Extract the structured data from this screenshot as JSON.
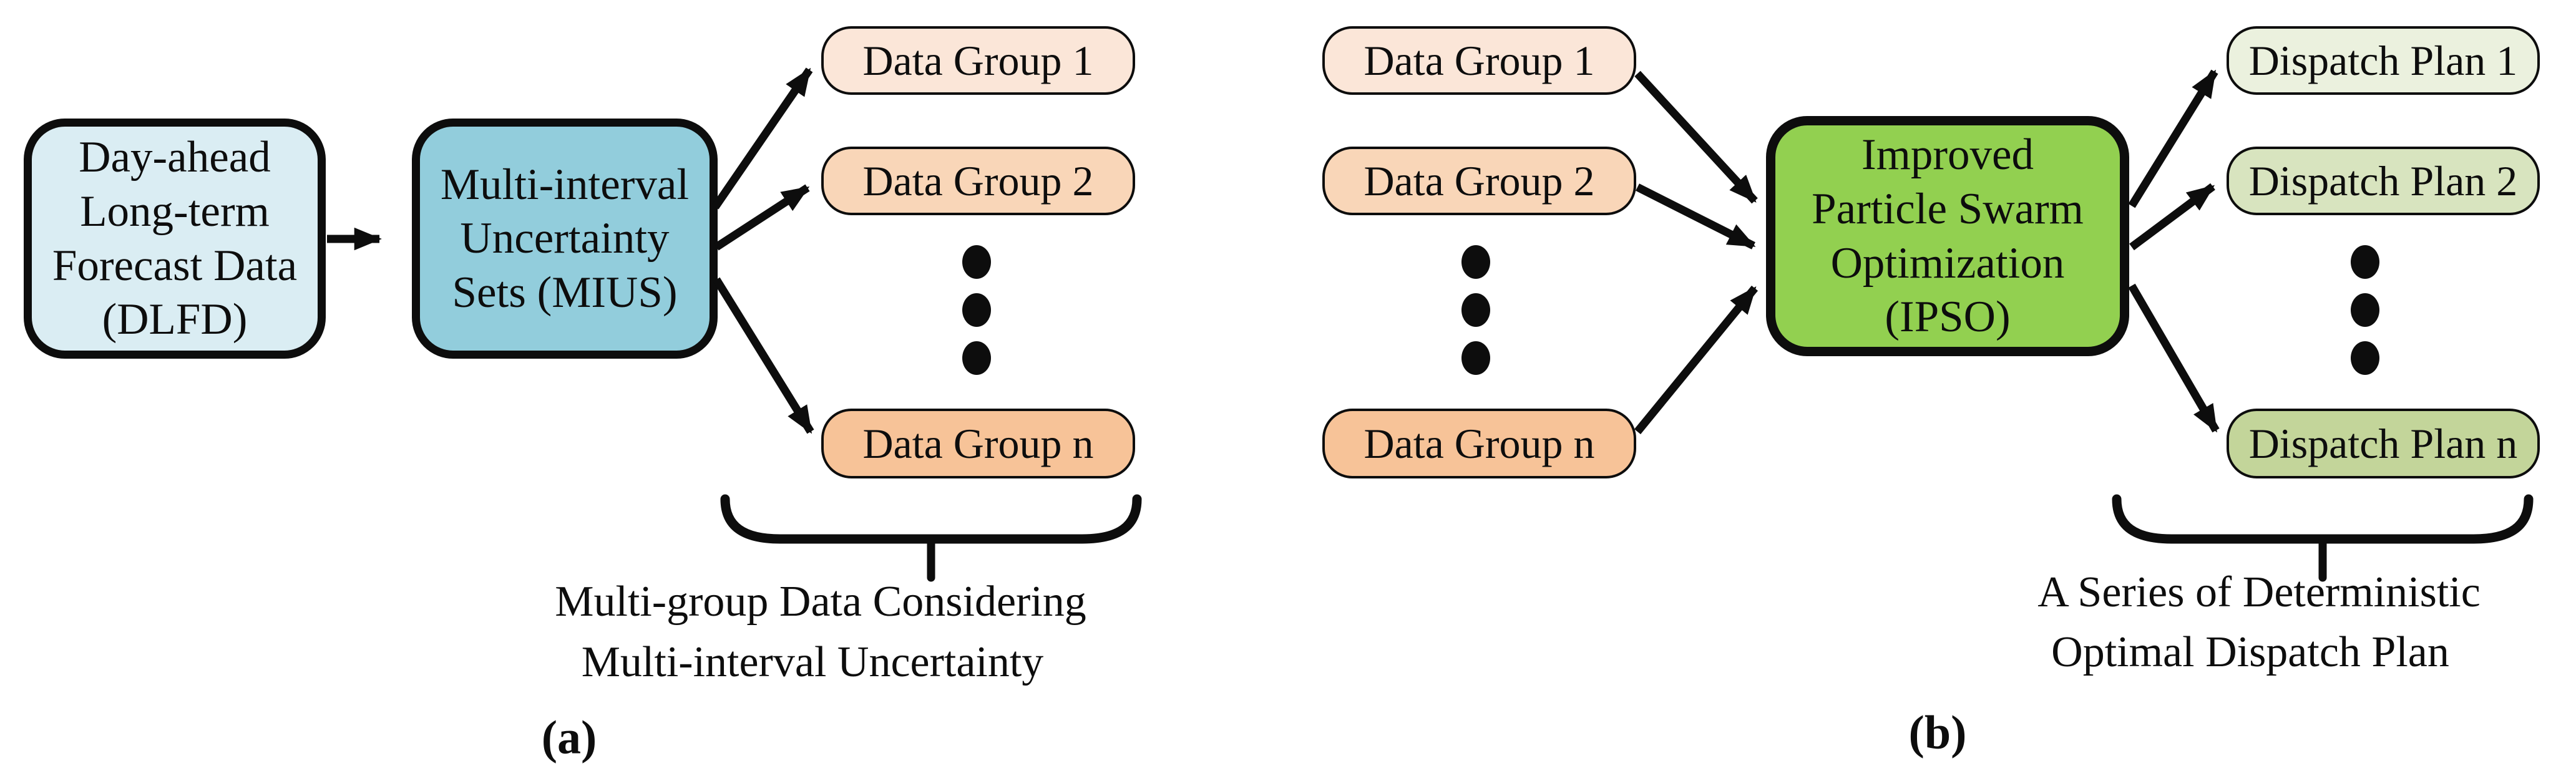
{
  "figure": {
    "background": "#ffffff",
    "stroke_color": "#0d0d0d",
    "panel_a": {
      "label": "(a)",
      "source_box": {
        "lines": [
          "Day-ahead",
          "Long-term",
          "Forecast Data",
          "(DLFD)"
        ],
        "color": "#daedf3"
      },
      "process_box": {
        "lines": [
          "Multi-interval",
          "Uncertainty",
          "Sets (MIUS)"
        ],
        "color": "#92cddc"
      },
      "output_boxes": [
        {
          "label": "Data Group 1",
          "color": "#fbe6d8"
        },
        {
          "label": "Data Group 2",
          "color": "#f9d6b8"
        },
        {
          "label": "Data Group n",
          "color": "#f7c398"
        }
      ],
      "ellipsis_dots": 3,
      "caption_lines": [
        "Multi-group Data Considering",
        "Multi-interval Uncertainty"
      ]
    },
    "panel_b": {
      "label": "(b)",
      "input_boxes": [
        {
          "label": "Data Group 1",
          "color": "#fbe6d8"
        },
        {
          "label": "Data Group 2",
          "color": "#f9d6b8"
        },
        {
          "label": "Data Group n",
          "color": "#f7c398"
        }
      ],
      "process_box": {
        "lines": [
          "Improved",
          "Particle Swarm",
          "Optimization",
          "(IPSO)"
        ],
        "color": "#92d050"
      },
      "output_boxes": [
        {
          "label": "Dispatch Plan 1",
          "color": "#ebf1de"
        },
        {
          "label": "Dispatch Plan 2",
          "color": "#d8e4bf"
        },
        {
          "label": "Dispatch Plan n",
          "color": "#c3d59a"
        }
      ],
      "ellipsis_dots": 3,
      "caption_lines": [
        "A Series of Deterministic",
        "Optimal Dispatch Plan"
      ]
    }
  }
}
